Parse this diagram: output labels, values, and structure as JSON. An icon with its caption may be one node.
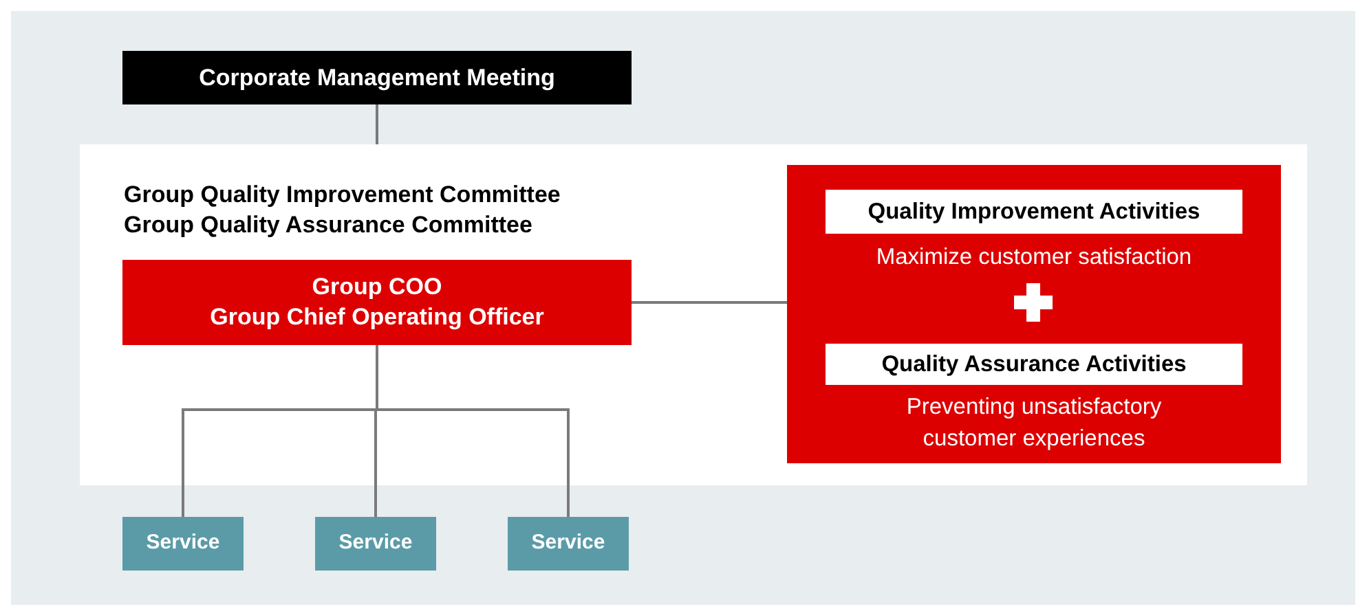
{
  "diagram": {
    "nodes": [
      {
        "text": [
          "Corporate Management Meeting"
        ]
      },
      {
        "text": [
          "Group Quality Improvement Committee",
          "Group Quality Assurance Committee"
        ]
      },
      {
        "text": [
          "Group COO",
          "Group Chief Operating Officer"
        ],
        "in": 1
      },
      {
        "text": [],
        "shape": "box",
        "in": 1
      },
      {
        "text": [
          "Quality Improvement Activities"
        ],
        "in": 3,
        "beside": [
          "Maximize customer satisfaction"
        ]
      },
      {
        "text": [
          "Quality Assurance Activities"
        ],
        "in": 3,
        "beside": [
          "Preventing unsatisfactory customer experiences"
        ]
      },
      {
        "text": [
          "Service"
        ]
      },
      {
        "text": [
          "Service"
        ]
      },
      {
        "text": [
          "Service"
        ]
      }
    ],
    "edges": [
      {
        "from": 0,
        "to": 1,
        "arrow": "none"
      },
      {
        "from": 2,
        "to": 3,
        "arrow": "none"
      },
      {
        "from": 2,
        "to": 6,
        "arrow": "none"
      },
      {
        "from": 2,
        "to": 7,
        "arrow": "none"
      },
      {
        "from": 2,
        "to": 8,
        "arrow": "none"
      }
    ]
  }
}
